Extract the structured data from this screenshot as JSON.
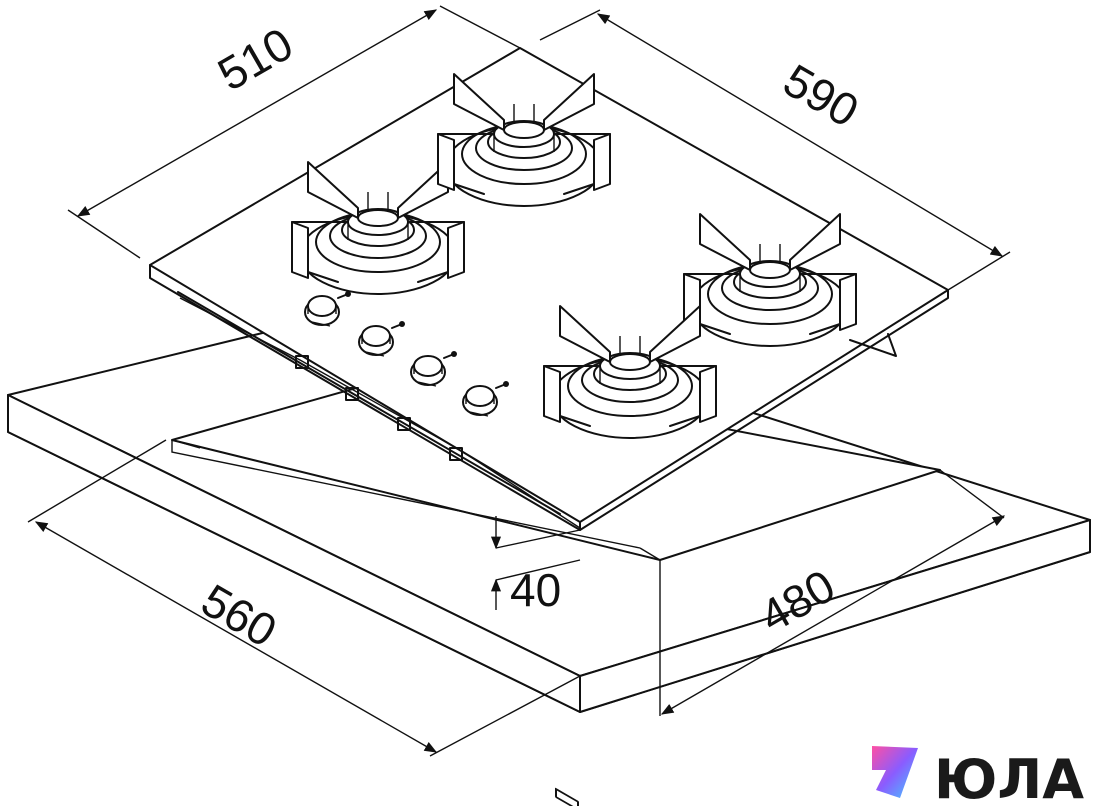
{
  "dimensions": {
    "d510": "510",
    "d590": "590",
    "d560": "560",
    "d480": "480",
    "d40": "40"
  },
  "logo": {
    "text": "ЮЛА",
    "gradient_colors": [
      "#ff4fa3",
      "#8a5cff",
      "#3fd0ff"
    ]
  },
  "colors": {
    "line": "#111111",
    "background": "#ffffff"
  }
}
